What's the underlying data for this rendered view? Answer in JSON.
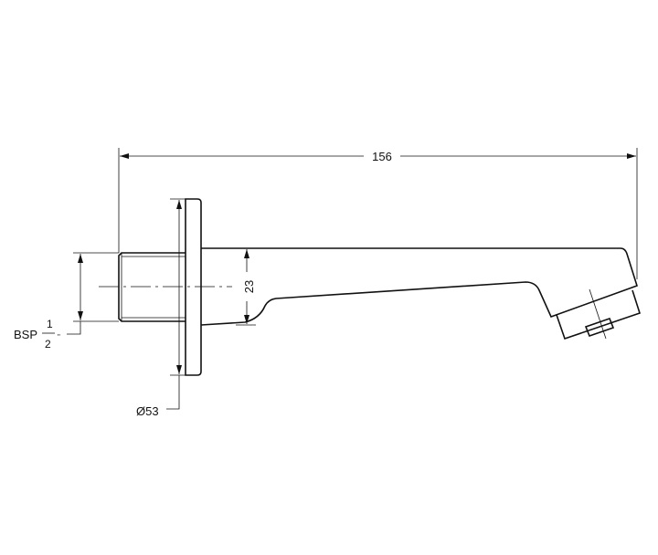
{
  "drawing": {
    "overall_length": "156",
    "spout_height": "23",
    "flange_diameter": "Ø53",
    "thread_label": "BSP",
    "thread_fraction_numerator": "1",
    "thread_fraction_denominator": "2",
    "thread_unit": "\""
  }
}
